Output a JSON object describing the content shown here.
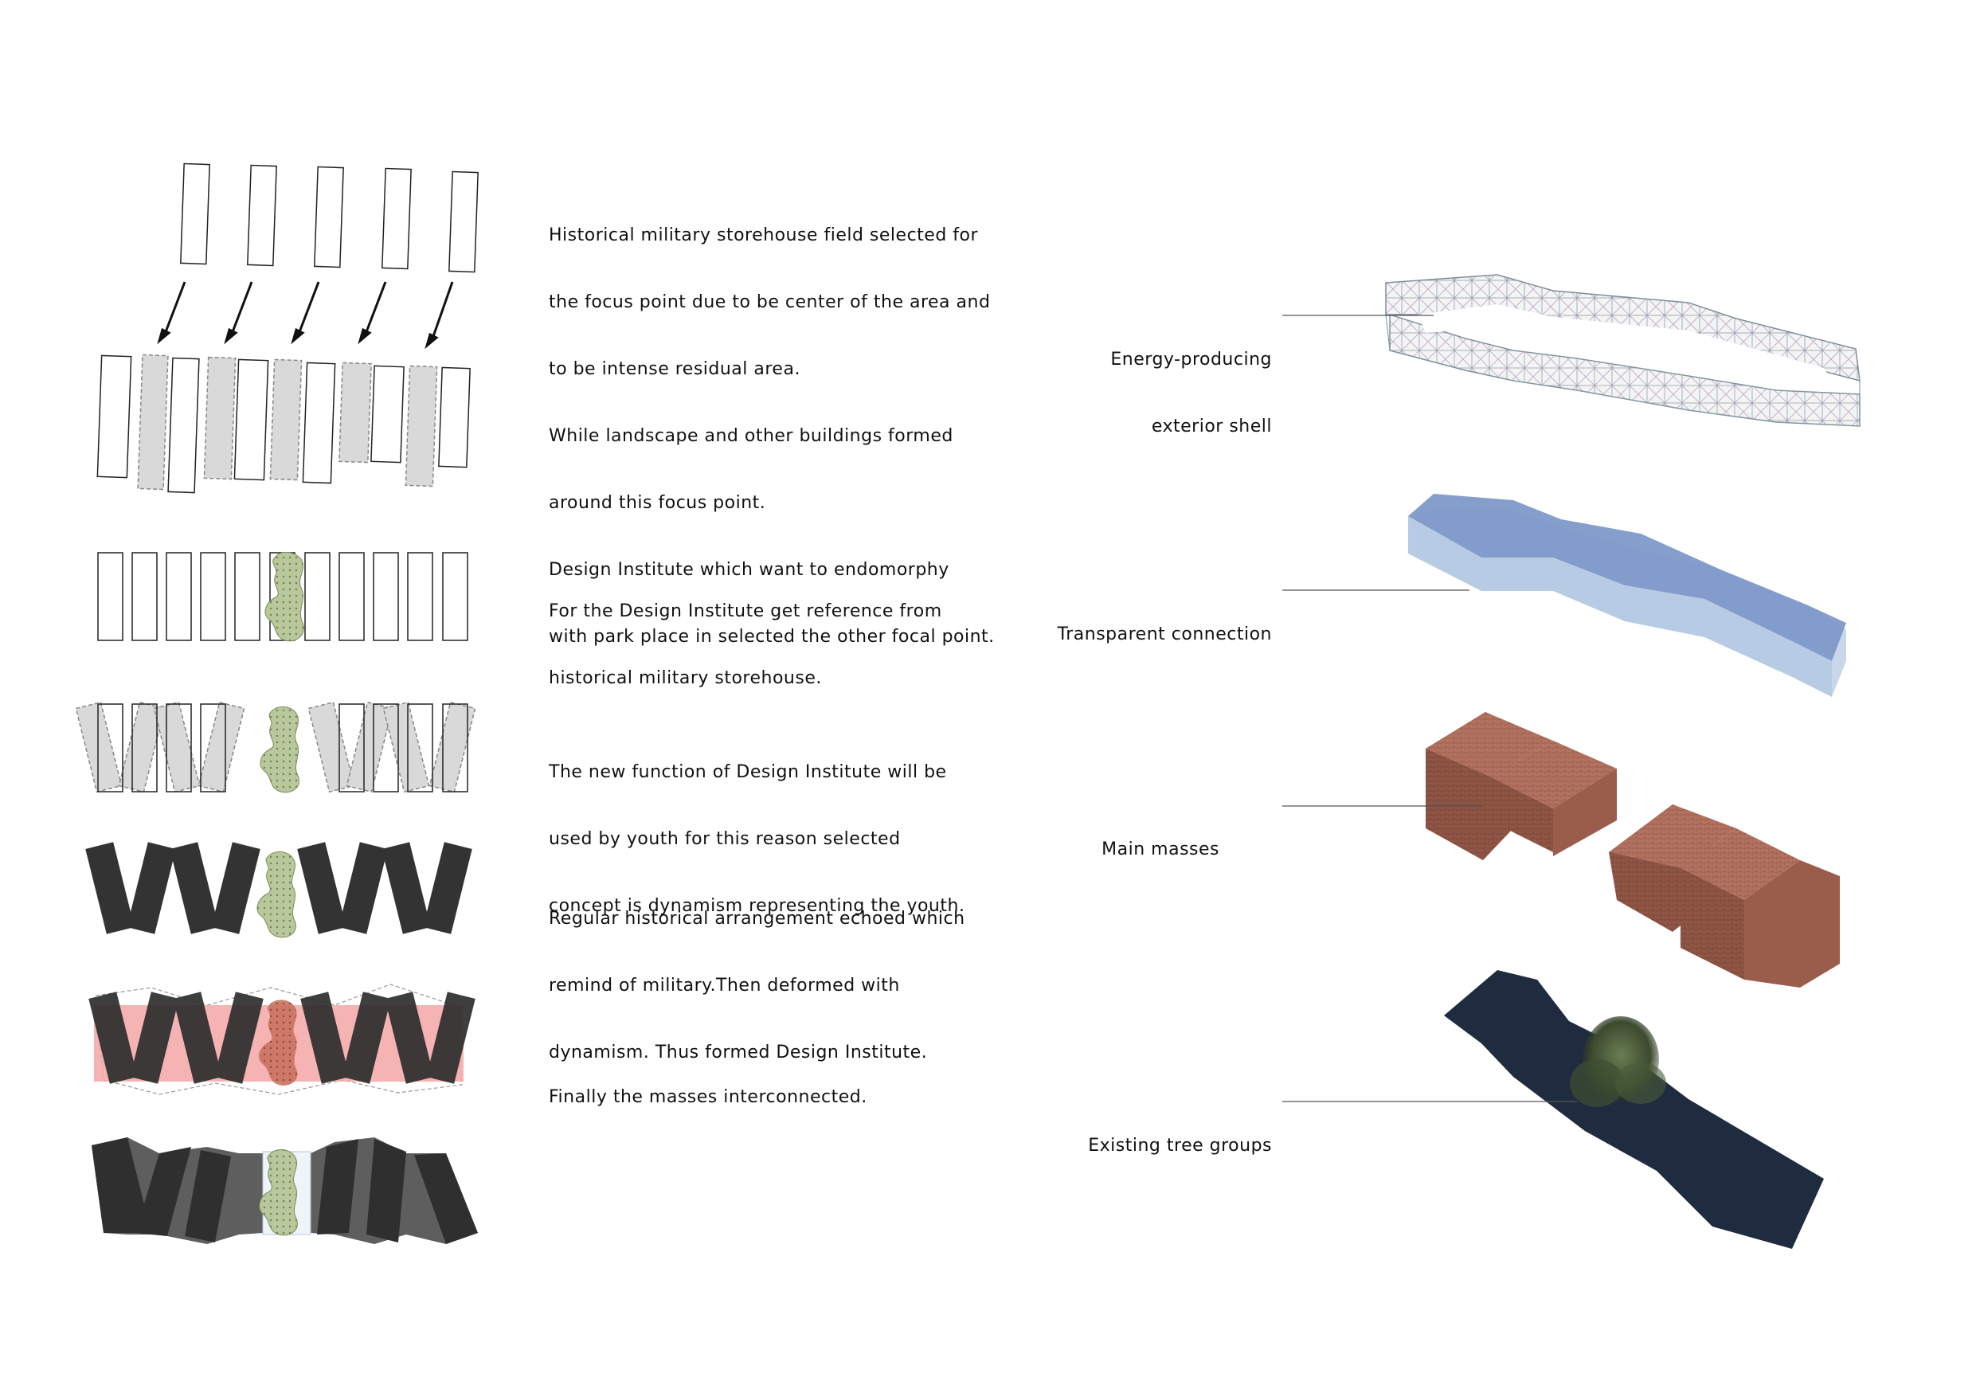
{
  "steps": [
    {
      "lines": [
        "Historical military storehouse field selected for",
        "the focus point due to be center of the area and",
        "to be intense residual area.",
        "While landscape and other buildings formed",
        "around this focus point.",
        "Design Institute which want to endomorphy",
        "with park place in selected the other focal point."
      ]
    },
    {
      "lines": [
        "For the Design Institute get reference from",
        "historical military storehouse."
      ]
    },
    {
      "lines": [
        "The new function of Design Institute will be",
        "used by youth for this reason selected",
        "concept is dynamism representing the youth."
      ]
    },
    {
      "lines": [
        "Regular historical arrangement echoed which",
        "remind of military.Then deformed with",
        "dynamism. Thus formed Design Institute."
      ]
    },
    {
      "lines": [
        "Finally the masses interconnected."
      ]
    }
  ],
  "layers": [
    {
      "lines": [
        "Energy-producing",
        "exterior shell"
      ]
    },
    {
      "lines": [
        "Transparent connection"
      ]
    },
    {
      "lines": [
        "Main masses"
      ]
    },
    {
      "lines": [
        "Existing tree groups"
      ]
    }
  ],
  "colors": {
    "outline": "#222222",
    "ghost_fill": "#d9d9d9",
    "green_blob": "#b8c89a",
    "dark_mass": "#333333",
    "mid_mass": "#5a5a5a",
    "pink_band": "#f4a6a6",
    "brick": "#a86a58",
    "glass_top": "#7f99c9",
    "glass_side": "#c8d8ea",
    "ground_dark": "#1f2b3e",
    "tree": "#3f4f32"
  }
}
